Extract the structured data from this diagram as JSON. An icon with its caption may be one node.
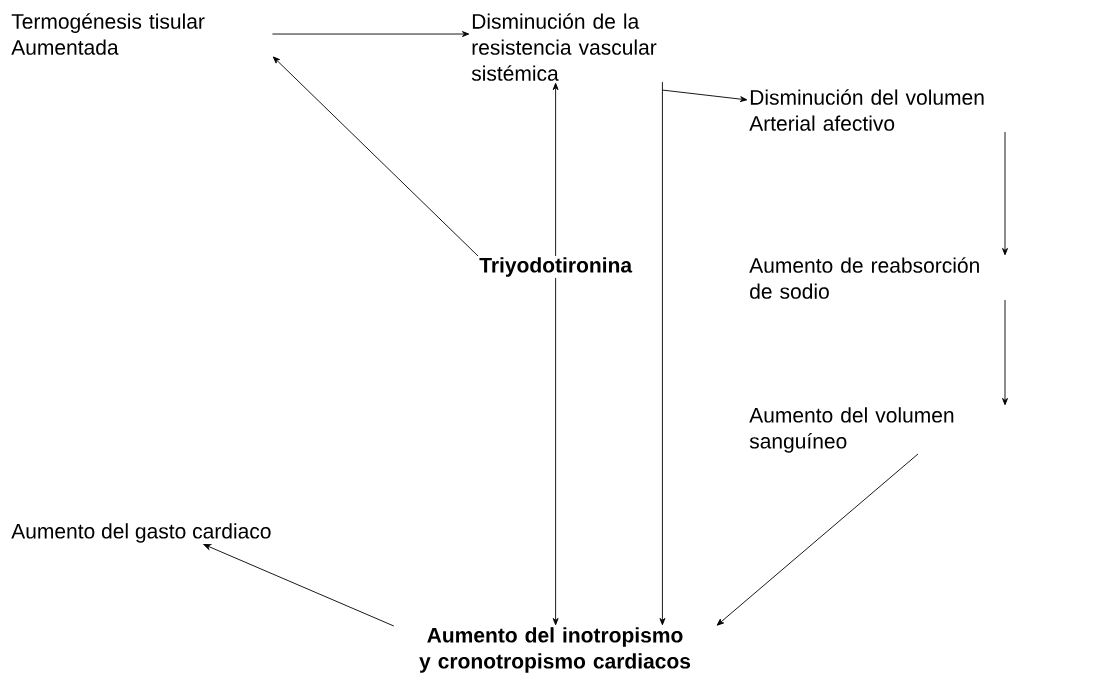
{
  "diagram": {
    "nodes": [
      {
        "text": [
          "Termogénesis tisular Aumentada"
        ]
      },
      {
        "text": [
          "Disminución de la resistencia vascular sistémica"
        ]
      },
      {
        "text": [
          "Disminución del volumen Arterial afectivo"
        ]
      },
      {
        "text": [
          "Triyodotironina"
        ]
      },
      {
        "text": [
          "Aumento de reabsorción de sodio"
        ]
      },
      {
        "text": [
          "Aumento del volumen sanguíneo"
        ]
      },
      {
        "text": [
          "Aumento del gasto cardiaco"
        ]
      },
      {
        "text": [
          "Aumento del inotropismo y cronotropismo cardiacos"
        ]
      }
    ],
    "edges": [
      {
        "from": 0,
        "to": 1,
        "arrow": "to"
      },
      {
        "from": 1,
        "to": 2,
        "arrow": "to"
      },
      {
        "from": 3,
        "to": 0,
        "arrow": "to"
      },
      {
        "from": 3,
        "to": 1,
        "arrow": "to"
      },
      {
        "from": 1,
        "to": 7,
        "arrow": "to"
      },
      {
        "from": 2,
        "to": 4,
        "arrow": "to"
      },
      {
        "from": 4,
        "to": 5,
        "arrow": "to"
      },
      {
        "from": 5,
        "to": 7,
        "arrow": "to"
      },
      {
        "from": 3,
        "to": 7,
        "arrow": "to"
      },
      {
        "from": 7,
        "to": 6,
        "arrow": "to"
      }
    ]
  }
}
